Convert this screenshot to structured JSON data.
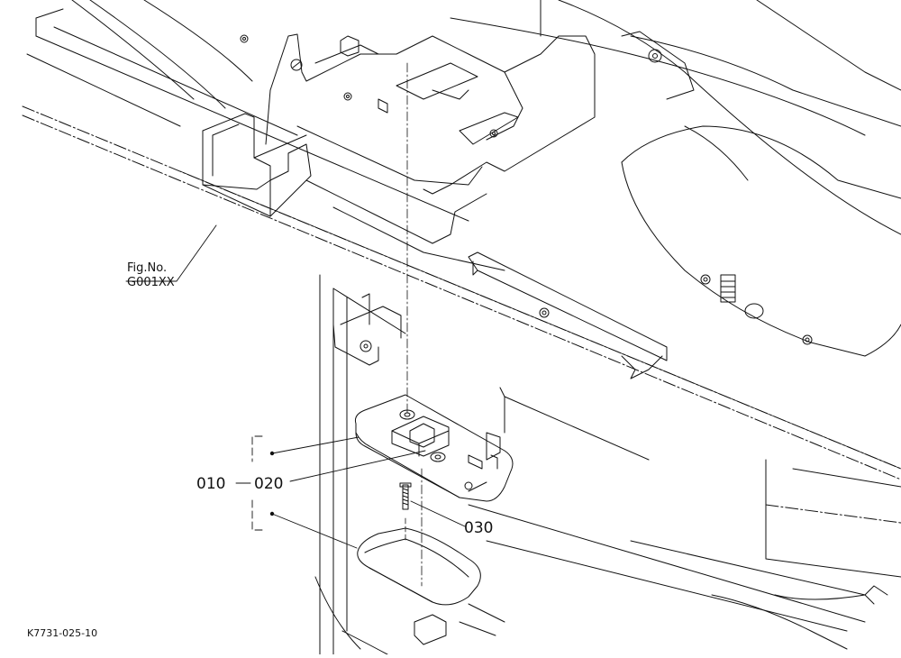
{
  "figure_ref": {
    "line1": "Fig.No.",
    "line2": "G001XX"
  },
  "callouts": {
    "assembly": "010",
    "part_020": "020",
    "part_030": "030"
  },
  "drawing_code": "K7731-025-10",
  "colors": {
    "line": "#111111",
    "background": "#ffffff"
  }
}
